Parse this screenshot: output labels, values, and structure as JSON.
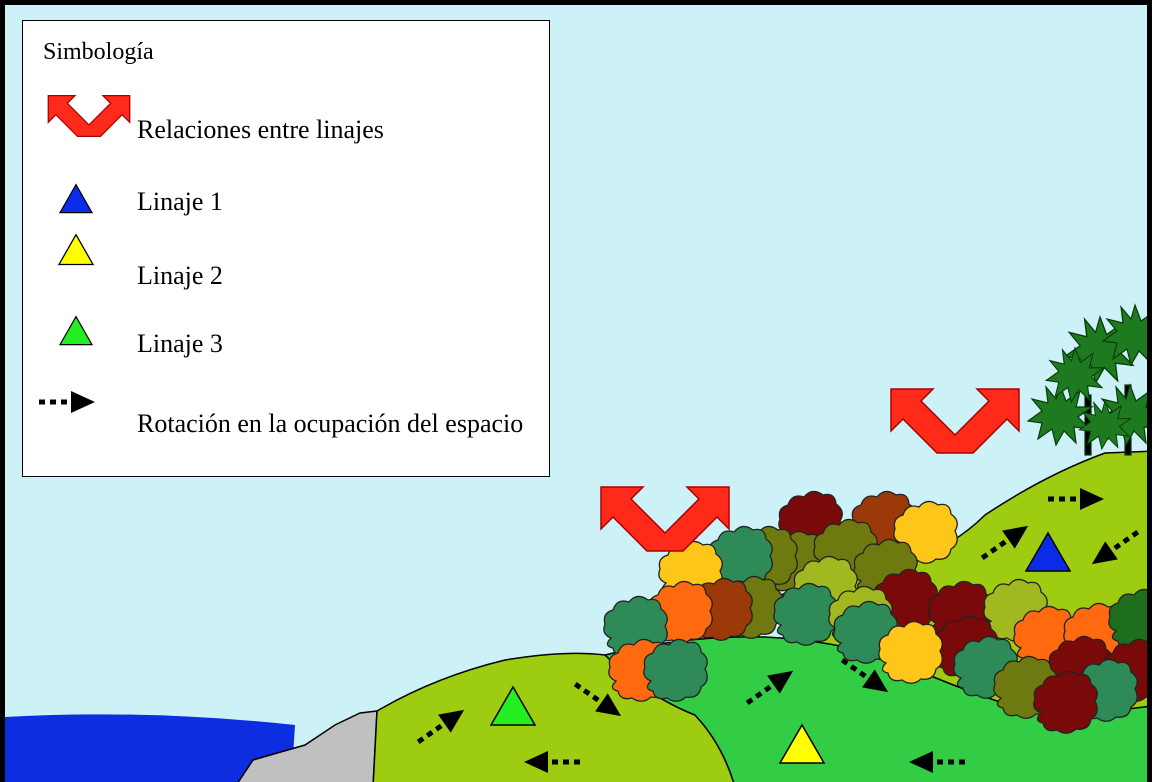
{
  "legend": {
    "title": "Simbología",
    "items": [
      {
        "symbol": "red-double-arrow-icon",
        "label": "Relaciones entre linajes",
        "color": "#ff2a1a"
      },
      {
        "symbol": "blue-triangle-icon",
        "label": "Linaje 1",
        "color": "#0a2be8"
      },
      {
        "symbol": "yellow-triangle-icon",
        "label": "Linaje 2",
        "color": "#ffff00"
      },
      {
        "symbol": "green-triangle-icon",
        "label": "Linaje 3",
        "color": "#22ee22"
      },
      {
        "symbol": "dotted-arrow-icon",
        "label": "Rotación en la ocupación del espacio",
        "color": "#000000"
      }
    ]
  },
  "colors": {
    "sky": "#ccf2f8",
    "sea": "#0d2de0",
    "rock": "#c0c0c0",
    "hill_light": "#9dcc10",
    "hill_green": "#33cc45"
  }
}
